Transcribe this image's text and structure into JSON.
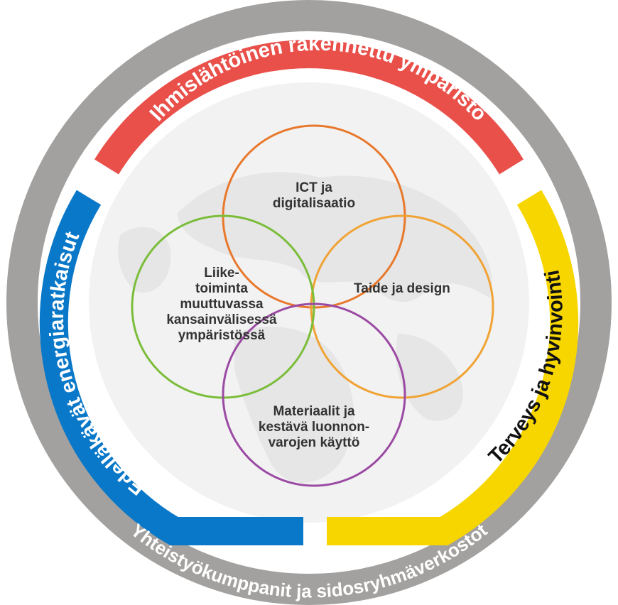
{
  "outer_ring": {
    "label": "Yhteistyökumppanit ja sidosryhmäverkostot",
    "color": "#a3a19f"
  },
  "segments": {
    "top": {
      "label": "Ihmislähtöinen rakennettu ympäristö",
      "color": "#e9504a"
    },
    "left": {
      "label": "Edelläkävät energiaratkaisut",
      "color": "#0a78c8"
    },
    "right": {
      "label": "Terveys ja hyvinvointi",
      "color": "#f7d600"
    }
  },
  "circles": [
    {
      "lines": [
        "ICT ja",
        "digitalisaatio"
      ],
      "color": "#e8782c"
    },
    {
      "lines": [
        "Taide ja design"
      ],
      "color": "#f0a335"
    },
    {
      "lines": [
        "Liike-",
        "toiminta",
        "muuttuvassa",
        "kansainvälisessä",
        "ympäristössä"
      ],
      "color": "#7bbd3a"
    },
    {
      "lines": [
        "Materiaalit ja",
        "kestävä luonnon-",
        "varojen käyttö"
      ],
      "color": "#9b4aa3"
    }
  ],
  "globe_color": "#e6e6e6"
}
